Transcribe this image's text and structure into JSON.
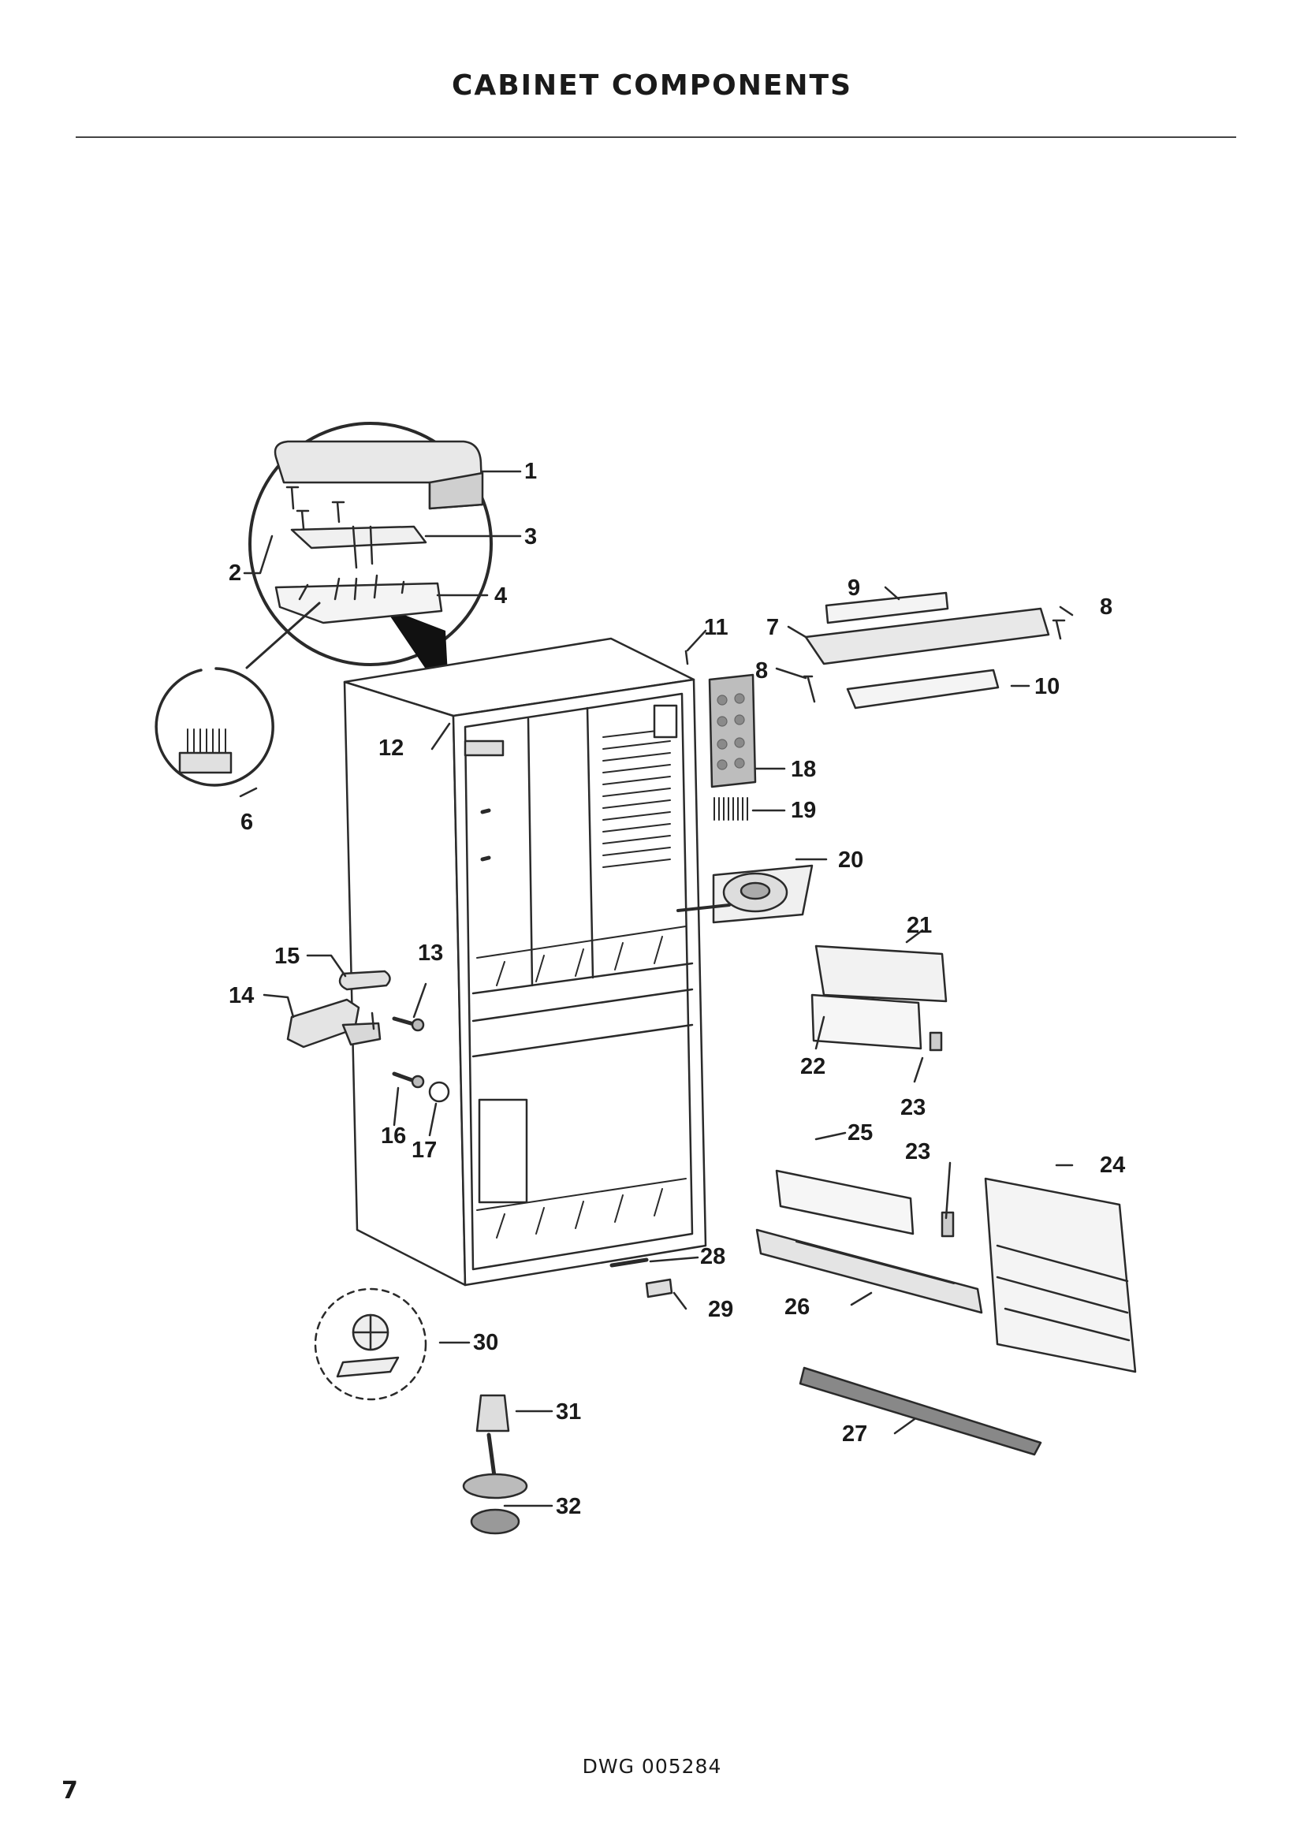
{
  "page": {
    "title": "CABINET COMPONENTS",
    "drawing_number": "DWG 005284",
    "page_number": "7"
  },
  "callouts": [
    "1",
    "2",
    "3",
    "4",
    "6",
    "7",
    "8",
    "8",
    "9",
    "10",
    "11",
    "12",
    "13",
    "14",
    "15",
    "16",
    "17",
    "18",
    "19",
    "20",
    "21",
    "22",
    "23",
    "23",
    "24",
    "25",
    "26",
    "27",
    "28",
    "29",
    "30",
    "31",
    "32"
  ]
}
